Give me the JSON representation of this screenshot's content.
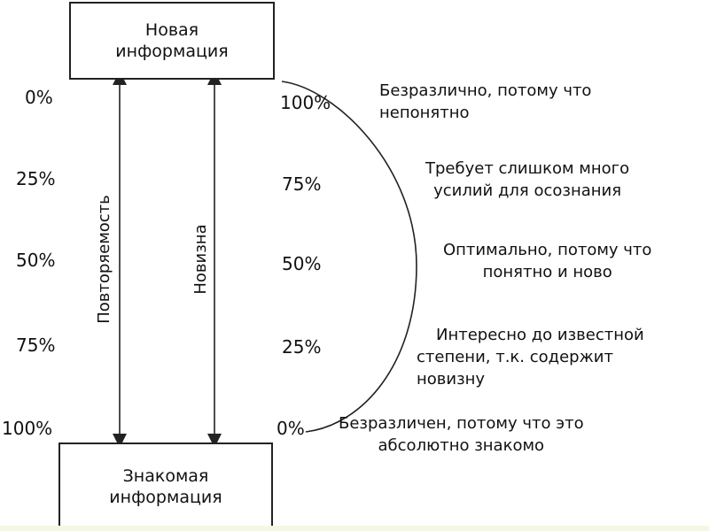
{
  "boxes": {
    "top": {
      "line1": "Новая",
      "line2": "информация"
    },
    "bottom": {
      "line1": "Знакомая",
      "line2": "информация"
    }
  },
  "axes": {
    "repetition": "Повторяемость",
    "novelty": "Новизна"
  },
  "left_scale": [
    "0%",
    "25%",
    "50%",
    "75%",
    "100%"
  ],
  "right_scale": [
    "100%",
    "75%",
    "50%",
    "25%",
    "0%"
  ],
  "notes": [
    {
      "line1": "Безразлично, потому что",
      "line2": "непонятно"
    },
    {
      "line1": "Требует слишком много",
      "line2": "усилий для осознания"
    },
    {
      "line1": "Оптимально, потому что",
      "line2": "понятно и ново"
    },
    {
      "line1": "Интересно до известной",
      "line2": "степени, т.к. содержит",
      "line3": "новизну"
    },
    {
      "line1": "Безразличен, потому что это",
      "line2": "абсолютно знакомо"
    }
  ]
}
